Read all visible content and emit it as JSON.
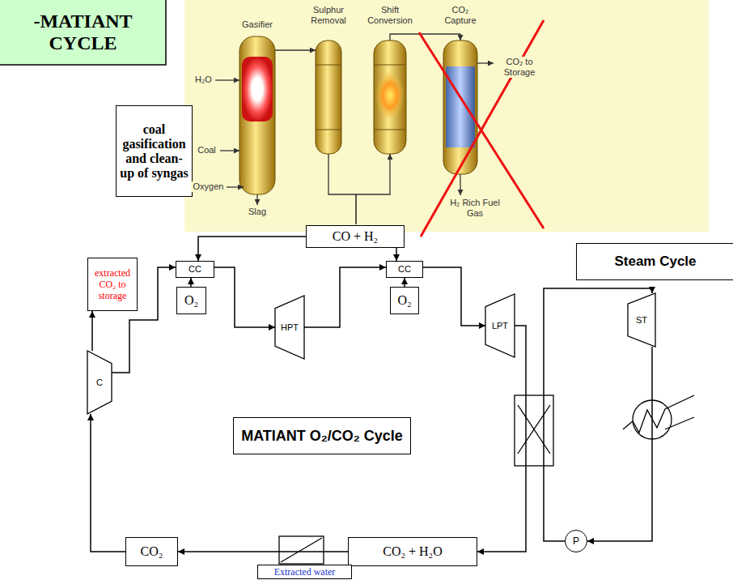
{
  "diagram": {
    "title": "-MATIANT CYCLE",
    "nodes": [
      {
        "text": [
          "coal gasification and clean-up of syngas"
        ]
      },
      {
        "text": [
          "CO + H₂"
        ]
      },
      {
        "text": [
          "extracted CO₂ to storage"
        ]
      },
      {
        "text": [
          "CC"
        ]
      },
      {
        "text": [
          "O₂"
        ]
      },
      {
        "text": [
          "CC"
        ]
      },
      {
        "text": [
          "O₂"
        ]
      },
      {
        "text": [
          "HPT"
        ]
      },
      {
        "text": [
          "LPT"
        ]
      },
      {
        "text": [
          "Steam Cycle"
        ]
      },
      {
        "text": [
          "ST"
        ]
      },
      {
        "text": [
          "C"
        ]
      },
      {
        "text": [
          "MATIANT O₂/CO₂ Cycle"
        ]
      },
      {
        "text": [
          "P"
        ]
      },
      {
        "text": [
          "CO₂"
        ]
      },
      {
        "text": [
          "CO₂ + H₂O"
        ]
      },
      {
        "text": [
          "Extracted water"
        ]
      }
    ],
    "edges": [
      {
        "from": 1,
        "to": 3,
        "arrow": "to"
      },
      {
        "from": 1,
        "to": 5,
        "arrow": "to"
      },
      {
        "from": 4,
        "to": 3,
        "arrow": "to"
      },
      {
        "from": 6,
        "to": 5,
        "arrow": "to"
      },
      {
        "from": 3,
        "to": 7,
        "arrow": "to"
      },
      {
        "from": 7,
        "to": 5,
        "arrow": "to"
      },
      {
        "from": 5,
        "to": 8,
        "arrow": "to"
      },
      {
        "from": 8,
        "to": 15,
        "arrow": "to"
      },
      {
        "from": 13,
        "to": 10,
        "arrow": "to"
      },
      {
        "from": 10,
        "to": 13,
        "arrow": "to"
      },
      {
        "from": 15,
        "to": 14,
        "arrow": "to"
      },
      {
        "from": 14,
        "to": 11,
        "arrow": "to"
      },
      {
        "from": 11,
        "to": 2,
        "arrow": "to"
      },
      {
        "from": 11,
        "to": 3,
        "arrow": "to"
      }
    ],
    "labels": [
      "Gasifier",
      "Sulphur Removal",
      "Shift Conversion",
      "CO₂ Capture",
      "H₂O",
      "Coal",
      "Oxygen",
      "Slag",
      "CO₂ to Storage",
      "H₂ Rich Fuel Gas"
    ]
  }
}
